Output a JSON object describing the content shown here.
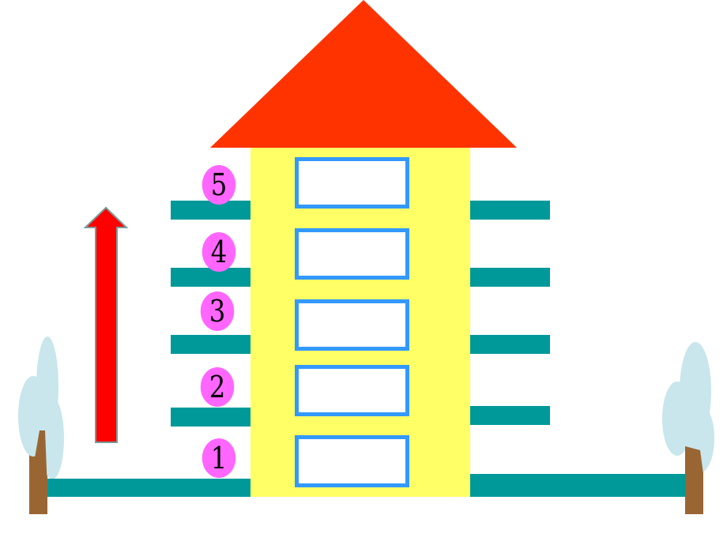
{
  "scene": {
    "title": "Building floors diagram",
    "colors": {
      "roof": "#FF3300",
      "building": "#FFFF66",
      "window_border": "#3399FF",
      "window_fill": "#FFFFFF",
      "balcony": "#009999",
      "badge": "#FF66FF",
      "arrow": "#FF0000",
      "arrow_outline": "#7A9A9A",
      "tree_foliage": "#C8E6EC",
      "tree_trunk": "#996633"
    },
    "floors": [
      {
        "number": "5",
        "label": "floor-5"
      },
      {
        "number": "4",
        "label": "floor-4"
      },
      {
        "number": "3",
        "label": "floor-3"
      },
      {
        "number": "2",
        "label": "floor-2"
      },
      {
        "number": "1",
        "label": "floor-1"
      }
    ],
    "arrow": {
      "direction": "up",
      "meaning": "floors increase upward"
    },
    "trees": [
      "left-tree",
      "right-tree"
    ]
  }
}
